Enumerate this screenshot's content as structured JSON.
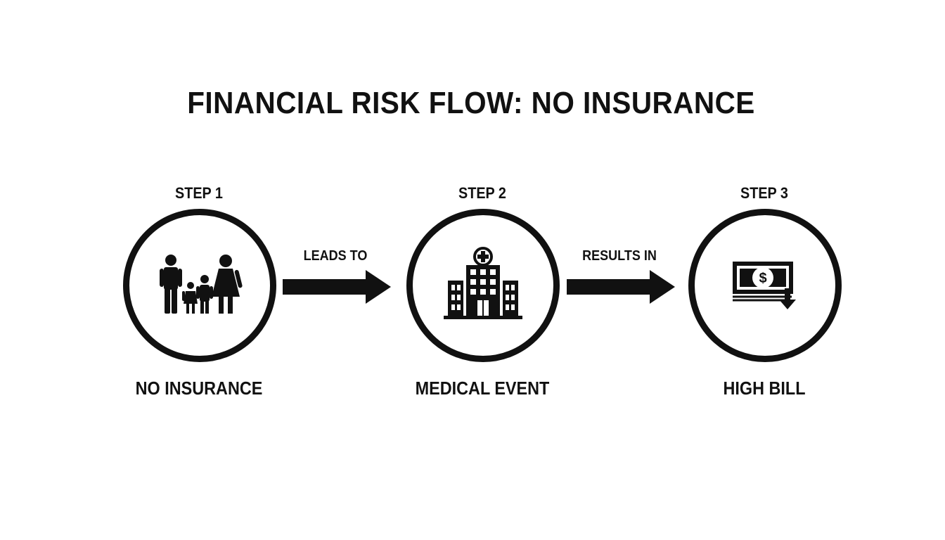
{
  "title": "FINANCIAL RISK FLOW: NO INSURANCE",
  "steps": [
    {
      "label": "STEP 1",
      "caption": "NO INSURANCE",
      "icon": "family-icon"
    },
    {
      "label": "STEP 2",
      "caption": "MEDICAL EVENT",
      "icon": "hospital-icon"
    },
    {
      "label": "STEP 3",
      "caption": "HIGH BILL",
      "icon": "money-down-icon"
    }
  ],
  "connectors": [
    {
      "label": "LEADS TO",
      "icon": "arrow-right-icon"
    },
    {
      "label": "RESULTS IN",
      "icon": "arrow-right-icon"
    }
  ],
  "colors": {
    "ink": "#111111",
    "background": "#ffffff"
  }
}
